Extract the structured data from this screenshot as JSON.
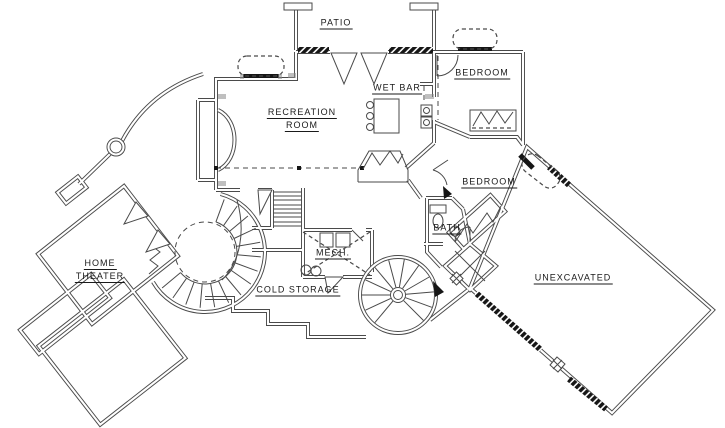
{
  "plan": {
    "rooms": {
      "patio": "PATIO",
      "wet_bar": "WET BAR",
      "bedroom_upper": "BEDROOM",
      "recreation_line1": "RECREATION",
      "recreation_line2": "ROOM",
      "bedroom_lower": "BEDROOM",
      "bath": "BATH",
      "home_theater_line1": "HOME",
      "home_theater_line2": "THEATER",
      "mech": "MECH.",
      "cold_storage": "COLD STORAGE",
      "unexcavated": "UNEXCAVATED"
    },
    "colors": {
      "line": "#4a4a4a",
      "background": "#ffffff",
      "hatch_fill": "#161616",
      "text": "#1a1a1a"
    }
  }
}
